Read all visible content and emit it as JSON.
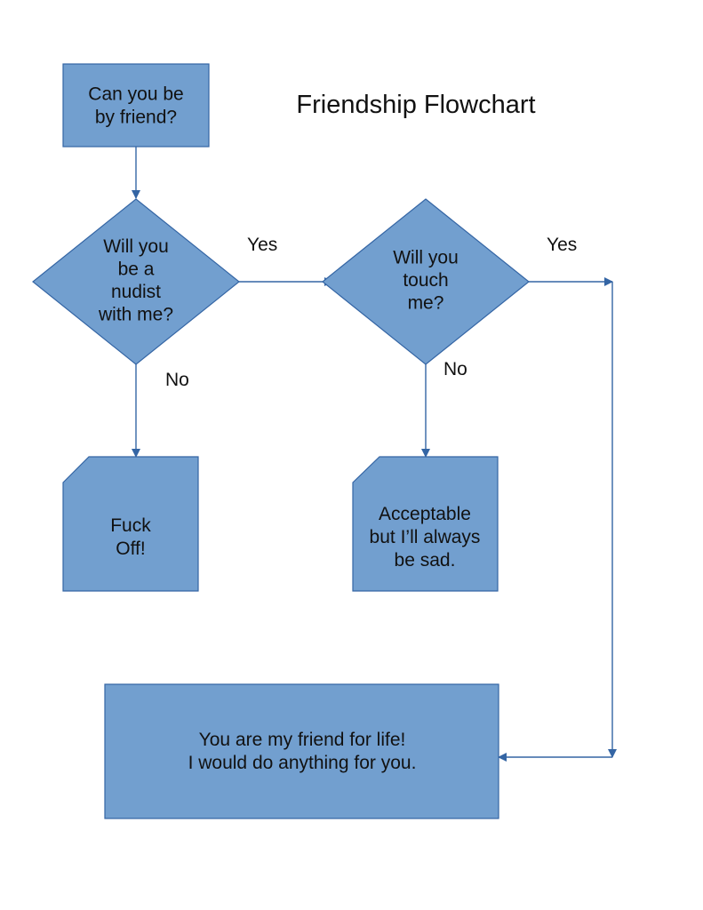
{
  "title": "Friendship Flowchart",
  "colors": {
    "node_fill": "#729fcf",
    "node_stroke": "#3465a4",
    "edge": "#3465a4",
    "text": "#111111",
    "background": "#ffffff"
  },
  "nodes": {
    "start": {
      "shape": "rectangle",
      "lines": [
        "Can you be",
        "by friend?"
      ]
    },
    "nudist": {
      "shape": "diamond",
      "lines": [
        "Will you",
        "be a",
        "nudist",
        "with me?"
      ]
    },
    "touch": {
      "shape": "diamond",
      "lines": [
        "Will you",
        "touch",
        "me?"
      ]
    },
    "reject": {
      "shape": "card",
      "lines": [
        "Fuck",
        "Off!"
      ]
    },
    "sad": {
      "shape": "card",
      "lines": [
        "Acceptable",
        "but I’ll always",
        "be sad."
      ]
    },
    "friend": {
      "shape": "rectangle",
      "lines": [
        "You are my friend for life!",
        "I would do anything for you."
      ]
    }
  },
  "edges": [
    {
      "from": "start",
      "to": "nudist",
      "label": ""
    },
    {
      "from": "nudist",
      "to": "touch",
      "label": "Yes"
    },
    {
      "from": "nudist",
      "to": "reject",
      "label": "No"
    },
    {
      "from": "touch",
      "to": "sad",
      "label": "No"
    },
    {
      "from": "touch",
      "to": "friend",
      "label": "Yes"
    }
  ]
}
